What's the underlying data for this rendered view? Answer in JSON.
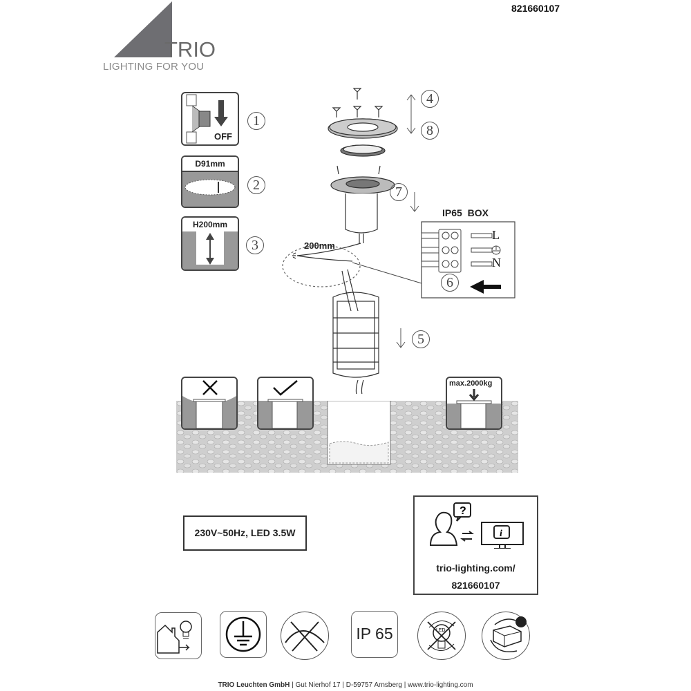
{
  "article_number": "821660107",
  "logo": {
    "brand": "TRIO",
    "tagline": "LIGHTING FOR YOU"
  },
  "steps": [
    {
      "number": "1",
      "label": "OFF"
    },
    {
      "number": "2",
      "label": "D91mm"
    },
    {
      "number": "3",
      "label": "H200mm"
    },
    {
      "number": "4"
    },
    {
      "number": "5"
    },
    {
      "number": "6"
    },
    {
      "number": "7"
    },
    {
      "number": "8"
    }
  ],
  "cable_length": "200mm",
  "ip_box": {
    "title": "IP65  BOX",
    "terminals": [
      "L",
      "N"
    ]
  },
  "load_limit": "max.2000kg",
  "spec": "230V~50Hz, LED 3.5W",
  "info": {
    "url_line1": "trio-lighting.com/",
    "url_line2": "821660107"
  },
  "symbols": [
    "indoor-outdoor-icon",
    "protective-earth-icon",
    "no-cover-icon",
    "IP 65",
    "led-not-replaceable-icon",
    "driver-replaceable-icon"
  ],
  "footer": {
    "company": "TRIO Leuchten GmbH",
    "street": "Gut Nierhof 17",
    "city": "D-59757 Arnsberg",
    "web": "www.trio-lighting.com",
    "sep": "|"
  }
}
